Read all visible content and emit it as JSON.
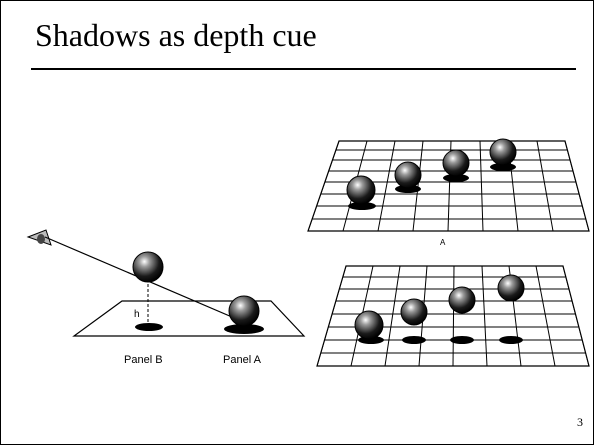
{
  "slide": {
    "title": "Shadows as depth cue",
    "page_number": "3"
  },
  "figure": {
    "left_diagram": {
      "label_h": "h",
      "panel_b_label": "Panel B",
      "panel_a_label": "Panel A"
    },
    "top_right_grid": {
      "label": "A"
    }
  }
}
